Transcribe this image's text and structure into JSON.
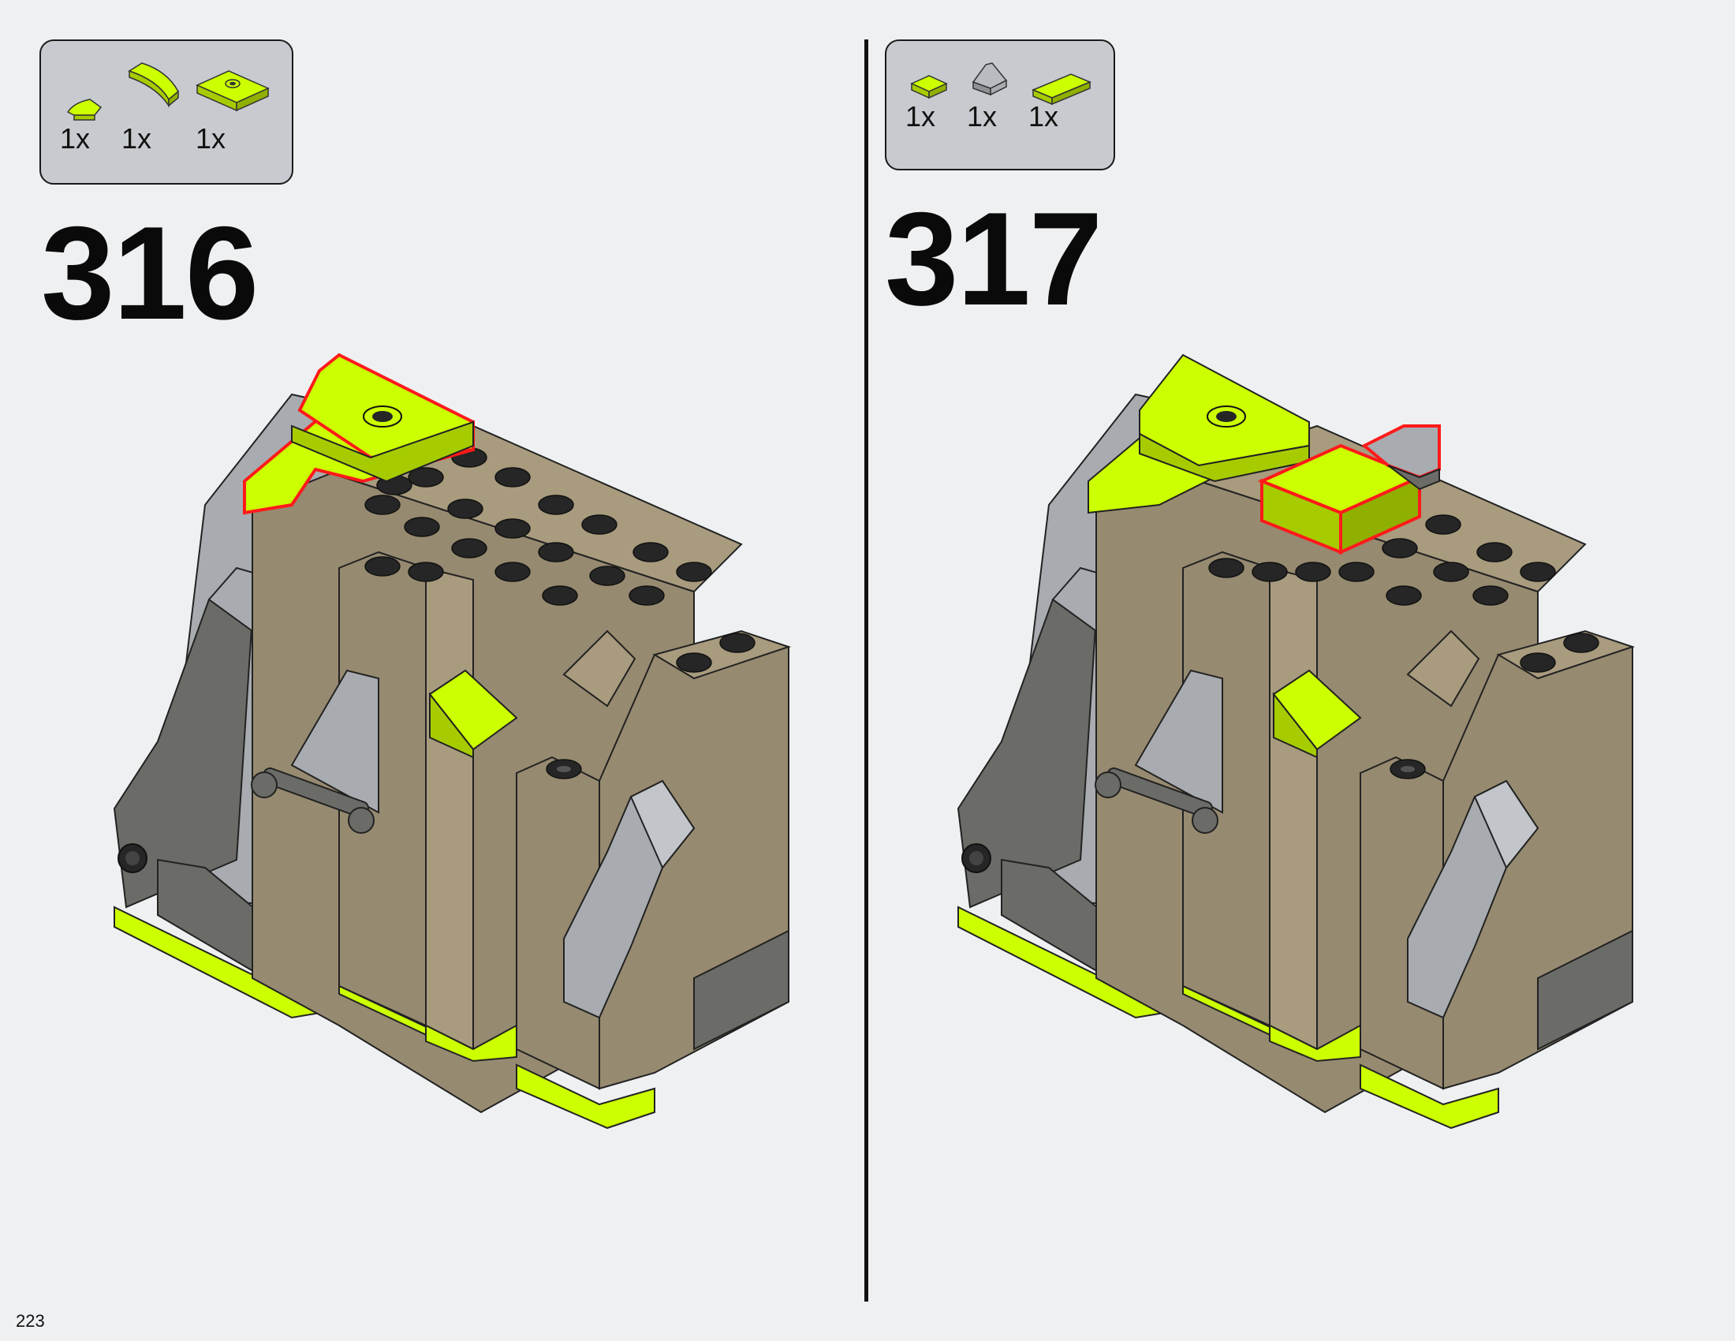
{
  "page": {
    "number": "223"
  },
  "colors": {
    "lime": "#ccff00",
    "tan": "#968a70",
    "tan_light": "#a89b7e",
    "light_gray": "#a8acb0",
    "dark_gray": "#6b6c67",
    "highlight_outline": "#ff1a1a",
    "stud": "#262626",
    "background": "#eef0f2",
    "parts_box": "#c7cbcf"
  },
  "steps": [
    {
      "number": "316",
      "parts": [
        {
          "icon": "lime-curved-quarter-tile-icon",
          "quantity": "1x"
        },
        {
          "icon": "lime-curved-slope-icon",
          "quantity": "1x"
        },
        {
          "icon": "lime-plate-with-center-stud-icon",
          "quantity": "1x"
        }
      ]
    },
    {
      "number": "317",
      "parts": [
        {
          "icon": "lime-tile-icon",
          "quantity": "1x"
        },
        {
          "icon": "gray-slope-icon",
          "quantity": "1x"
        },
        {
          "icon": "lime-long-tile-icon",
          "quantity": "1x"
        }
      ]
    }
  ]
}
